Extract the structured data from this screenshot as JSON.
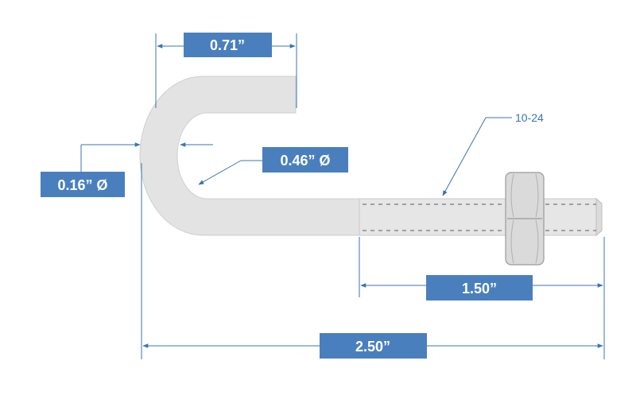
{
  "diagram": {
    "colors": {
      "part_fill": "#e3e3e3",
      "part_stroke": "#c9c9c9",
      "dimension_line": "#3a74b5",
      "label_box": "#4a7fbe",
      "label_text": "#ffffff",
      "thread_dash": "#777777",
      "nut_fill": "#dadada",
      "nut_stroke": "#9a9a9a"
    },
    "dimensions": {
      "hook_width": "0.71”",
      "rod_diameter": "0.16” Ø",
      "bend_diameter": "0.46” Ø",
      "thread_length": "1.50”",
      "overall_length": "2.50”"
    },
    "callouts": {
      "thread_size": "10-24"
    }
  }
}
